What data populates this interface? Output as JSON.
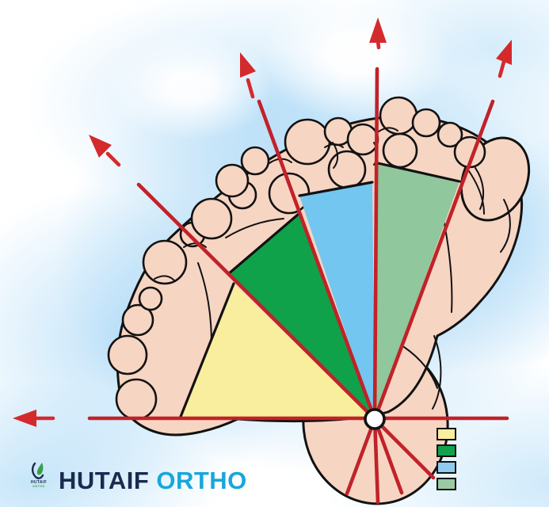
{
  "brand": {
    "wordmark_primary": "HUTAIF",
    "wordmark_secondary": "ORTHO",
    "emblem_label": "HUTAIF",
    "emblem_sublabel": "ORTHO",
    "primary_color": "#1b2b4e",
    "secondary_color": "#17a7dc",
    "emblem_green": "#3a9e49"
  },
  "colors": {
    "line_red": "#c12229",
    "arrow_red": "#d42a2c",
    "outline": "#121212",
    "foot_pink": "#f7d5c3",
    "pivot_fill": "#ffffff",
    "wedge_yellow": "#f9ee9e",
    "wedge_green": "#0fa24b",
    "wedge_blue": "#72c6f0",
    "wedge_sage": "#90c79c",
    "glow_blue": "#8cc8f0"
  },
  "legend": {
    "items": [
      {
        "id": "zone-yellow",
        "color": "#f9ee9e"
      },
      {
        "id": "zone-green",
        "color": "#12a24b"
      },
      {
        "id": "zone-blue",
        "color": "#8fcbf1"
      },
      {
        "id": "zone-sage",
        "color": "#9acaa3"
      }
    ]
  }
}
